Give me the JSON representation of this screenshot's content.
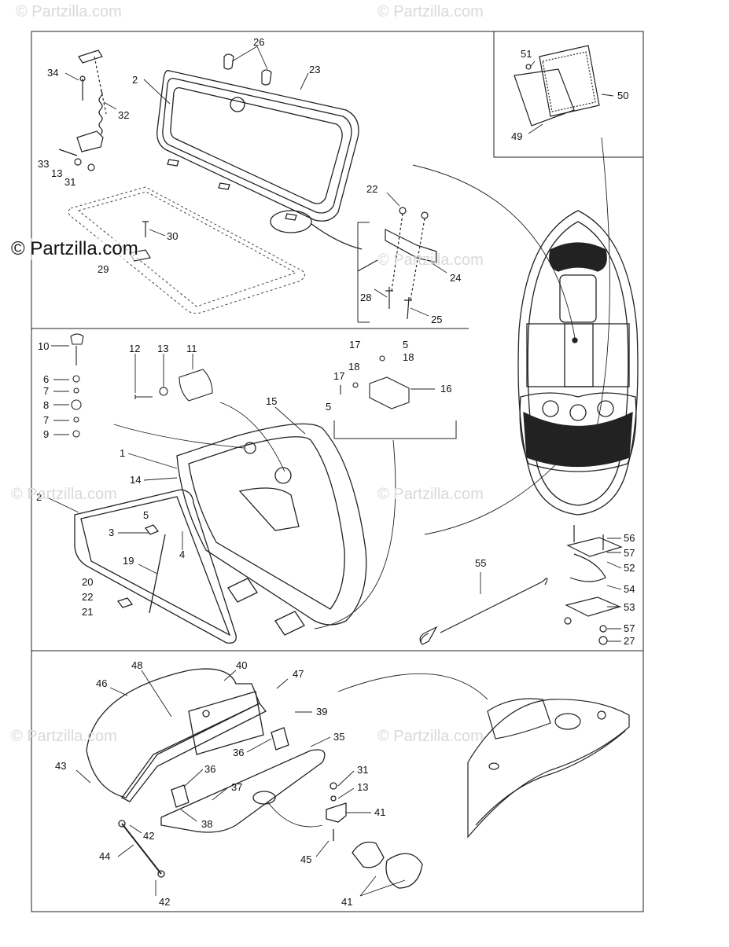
{
  "watermark": {
    "main": "© Partzilla.com",
    "faint": "© Partzilla.com"
  },
  "callouts": {
    "section_top": [
      "2",
      "26",
      "23",
      "34",
      "32",
      "33",
      "13",
      "31",
      "30",
      "29",
      "22",
      "24",
      "28",
      "25"
    ],
    "section_inset": [
      "51",
      "50",
      "49"
    ],
    "section_middle": [
      "10",
      "6",
      "7",
      "8",
      "7",
      "9",
      "12",
      "13",
      "11",
      "17",
      "5",
      "18",
      "17",
      "18",
      "16",
      "5",
      "15",
      "1",
      "14",
      "2",
      "5",
      "3",
      "4",
      "19",
      "20",
      "22",
      "21"
    ],
    "section_mid_right": [
      "55",
      "56",
      "57",
      "52",
      "54",
      "53",
      "57",
      "27"
    ],
    "section_bottom": [
      "48",
      "40",
      "47",
      "46",
      "39",
      "43",
      "35",
      "36",
      "36",
      "37",
      "38",
      "31",
      "13",
      "41",
      "42",
      "44",
      "45",
      "42",
      "41"
    ]
  }
}
